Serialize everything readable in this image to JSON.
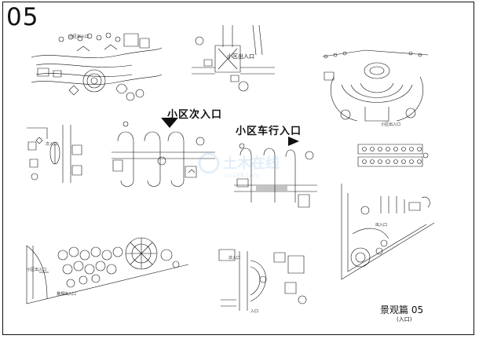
{
  "sheet": {
    "number": "05",
    "title": "景观篇 05",
    "subtitle": "(入口)"
  },
  "captions": {
    "secondary_entrance": "小区次入口",
    "vehicle_entrance": "小区车行入口",
    "exit_entrance": "小区出入口"
  },
  "watermark": {
    "text": "土木在线",
    "subtext": "co188.com"
  },
  "colors": {
    "line": "#111111",
    "watermark": "#7fb3e0"
  }
}
